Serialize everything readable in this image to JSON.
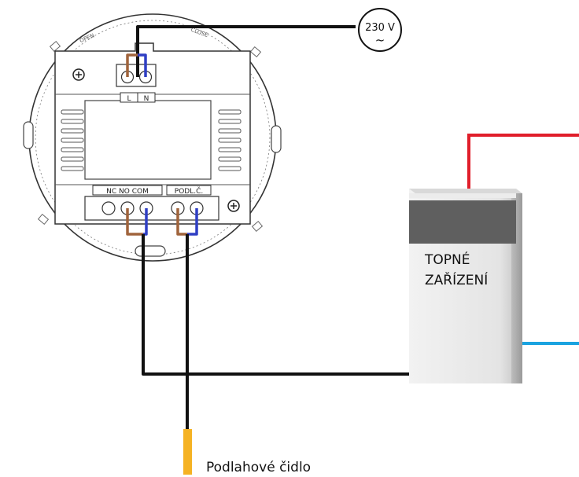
{
  "supply": {
    "voltage": "230 V",
    "ac_symbol": "~"
  },
  "thermostat": {
    "ring_open": "OPEN",
    "ring_close": "CLOSE",
    "terminal_L": "L",
    "terminal_N": "N",
    "terminal_group_relay": "NC NO COM",
    "terminal_group_sensor": "PODL.Č."
  },
  "heater": {
    "label_line1": "TOPNÉ",
    "label_line2": "ZAŘÍZENÍ"
  },
  "sensor": {
    "label": "Podlahové čidlo"
  },
  "colors": {
    "brown": "#a0643c",
    "blue": "#2f3fc4",
    "black": "#111111",
    "red": "#e01e2a",
    "light_blue": "#1aa3e0",
    "sensor_yellow": "#f5b223",
    "heater_dark": "#5f5f5f"
  }
}
